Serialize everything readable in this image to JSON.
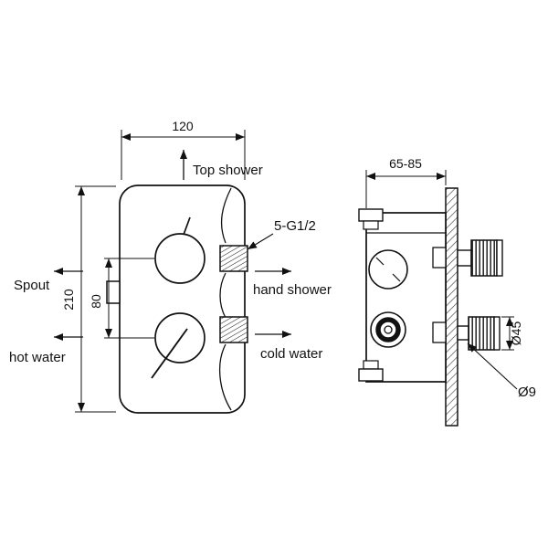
{
  "drawing": {
    "type": "technical-drawing",
    "subject": "thermostatic shower mixer valve, front and side views",
    "line_color": "#111111",
    "background": "#ffffff"
  },
  "front": {
    "dim_width": "120",
    "dim_height": "210",
    "dim_centers": "80",
    "top_shower": "Top shower",
    "spout": "Spout",
    "hand_shower": "hand shower",
    "hot_water": "hot water",
    "cold_water": "cold water",
    "thread_label": "5-G1/2"
  },
  "side": {
    "dim_depth": "65-85",
    "dim_knob": "Ø45",
    "dim_shaft": "Ø9"
  }
}
